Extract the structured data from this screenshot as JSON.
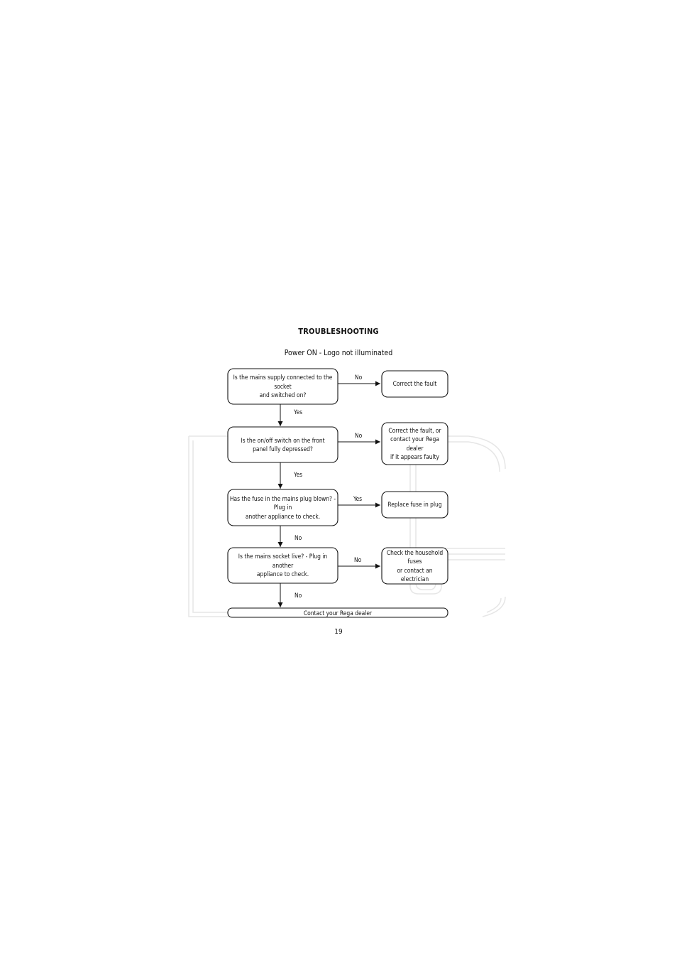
{
  "heading": "TROUBLESHOOTING",
  "subtitle": "Power ON - Logo not illuminated",
  "page_number": "19",
  "questions": [
    "Is the mains supply connected to the socket\nand switched on?",
    "Is the on/off switch on the front\npanel fully depressed?",
    "Has the fuse in the mains plug blown? - Plug in\nanother appliance to check.",
    "Is the mains socket live? - Plug in another\nappliance to check."
  ],
  "actions": [
    "Correct the fault",
    "Correct the fault, or\ncontact your Rega dealer\nif it appears faulty",
    "Replace fuse in plug",
    "Check the household fuses\nor contact an electrician"
  ],
  "side_labels": [
    "No",
    "No",
    "Yes",
    "No"
  ],
  "down_labels": [
    "Yes",
    "Yes",
    "No",
    "No"
  ],
  "final_box": "Contact your Rega dealer",
  "colors": {
    "line": "#111111",
    "watermark": "#e6e6e6"
  }
}
